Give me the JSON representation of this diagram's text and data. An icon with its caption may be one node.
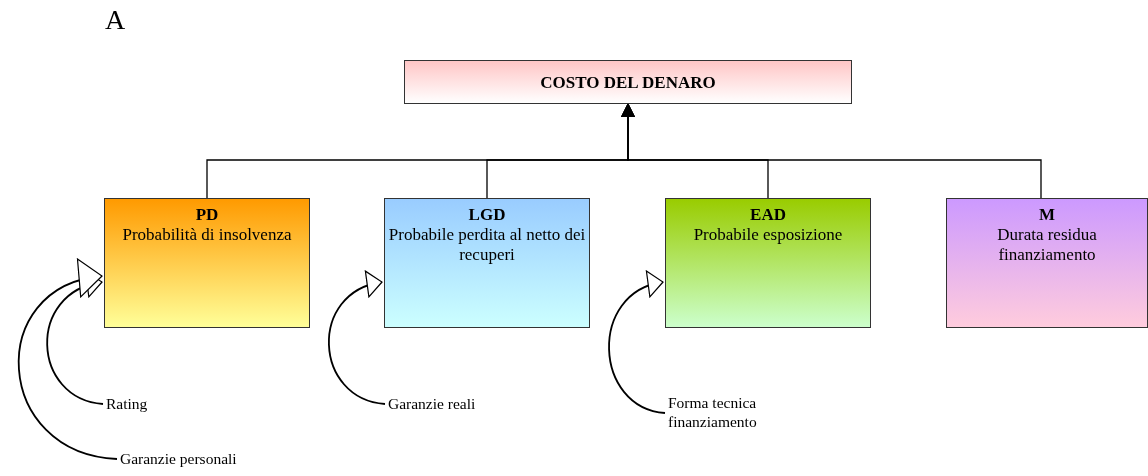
{
  "diagram": {
    "nodes": [
      {
        "text": [
          "COSTO DEL DENARO"
        ]
      },
      {
        "text": [
          "PD",
          "Probabilità di insolvenza"
        ]
      },
      {
        "text": [
          "LGD",
          "Probabile perdita al netto dei recuperi"
        ]
      },
      {
        "text": [
          "EAD",
          "Probabile esposizione"
        ]
      },
      {
        "text": [
          "M",
          "Durata residua finanziamento"
        ]
      },
      {
        "text": [
          "Rating"
        ]
      },
      {
        "text": [
          "Garanzie personali"
        ]
      },
      {
        "text": [
          "Garanzie reali"
        ]
      },
      {
        "text": [
          "Forma tecnica finanziamento"
        ]
      }
    ],
    "edges": [
      {
        "from": 1,
        "to": 0,
        "arrow": "to"
      },
      {
        "from": 2,
        "to": 0,
        "arrow": "to"
      },
      {
        "from": 3,
        "to": 0,
        "arrow": "to"
      },
      {
        "from": 4,
        "to": 0,
        "arrow": "to"
      },
      {
        "from": 5,
        "to": 1,
        "arrow": "to"
      },
      {
        "from": 6,
        "to": 1,
        "arrow": "to"
      },
      {
        "from": 7,
        "to": 2,
        "arrow": "to"
      },
      {
        "from": 8,
        "to": 3,
        "arrow": "to"
      }
    ],
    "labels": [
      "A"
    ]
  }
}
